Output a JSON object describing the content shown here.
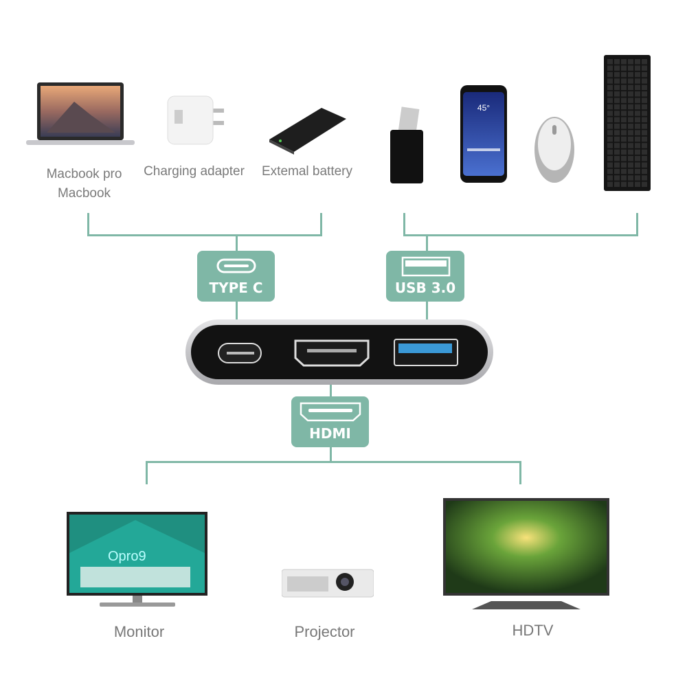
{
  "colors": {
    "accent": "#7fb7a6",
    "label": "#7a7a7a"
  },
  "sources": [
    {
      "name": "macbook",
      "label_line1": "Macbook pro",
      "label_line2": "Macbook"
    },
    {
      "name": "charging-adapter",
      "label": "Charging adapter"
    },
    {
      "name": "external-battery",
      "label": "Extemal battery"
    },
    {
      "name": "usb-flash-drive"
    },
    {
      "name": "smartphone",
      "screen_text": "45°"
    },
    {
      "name": "mouse"
    },
    {
      "name": "keyboard"
    }
  ],
  "ports": {
    "type_c": "TYPE C",
    "usb": "USB 3.0",
    "hdmi": "HDMI"
  },
  "outputs": [
    {
      "name": "monitor",
      "label": "Monitor",
      "screen_text": "Opro9"
    },
    {
      "name": "projector",
      "label": "Projector"
    },
    {
      "name": "hdtv",
      "label": "HDTV"
    }
  ]
}
